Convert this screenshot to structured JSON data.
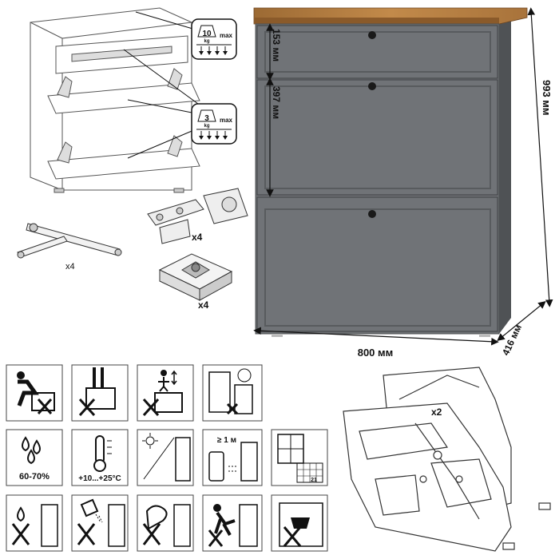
{
  "dimensions": {
    "width": "800 мм",
    "height": "993 мм",
    "depth": "416 мм",
    "top_drawer_height": "153 мм",
    "middle_drawer_height": "397 мм"
  },
  "load_limits": {
    "drawer": {
      "value": "10",
      "unit": "kg",
      "qualifier": "max"
    },
    "shoe_shelf": {
      "value": "3",
      "unit": "kg",
      "qualifier": "max"
    }
  },
  "parts": {
    "stay_count": "x4",
    "hinge_count": "x4",
    "foot_count": "x4",
    "fitting_count": "x2"
  },
  "care_icons": {
    "humidity": "60-70%",
    "temperature": "+10...+25°C",
    "distance": "≥ 1 м",
    "calendar_day": "21"
  },
  "colors": {
    "cabinet_body": "#6e7174",
    "cabinet_edge": "#4f5255",
    "worktop": "#b07a3e",
    "dimension_line": "#111111",
    "line_art": "#333333"
  }
}
